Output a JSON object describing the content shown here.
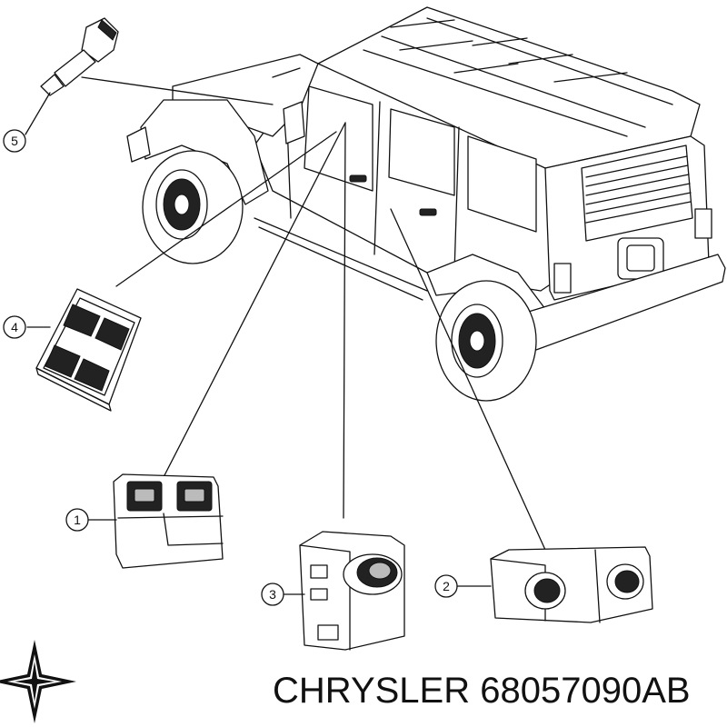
{
  "brand": {
    "name": "CHRYSLER",
    "part_number": "68057090AB",
    "logo": "chrysler-star-logo"
  },
  "callouts": [
    "1",
    "2",
    "3",
    "4",
    "5"
  ],
  "parts": [
    {
      "callout": "1",
      "icon": "power-window-switch-dual-icon"
    },
    {
      "callout": "2",
      "icon": "power-window-switch-rear-icon"
    },
    {
      "callout": "3",
      "icon": "door-switch-module-icon"
    },
    {
      "callout": "4",
      "icon": "master-window-switch-icon"
    },
    {
      "callout": "5",
      "icon": "door-ajar-switch-icon"
    }
  ],
  "vehicle": {
    "icon": "jeep-wrangler-unlimited-icon"
  }
}
